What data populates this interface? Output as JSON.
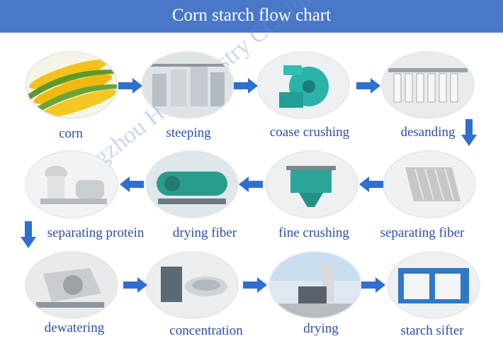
{
  "title": "Corn starch flow chart",
  "watermark": "Zhengzhou Hua Industry CO.,ltd",
  "steps": [
    {
      "label": "corn",
      "icon": "corn-cobs-image"
    },
    {
      "label": "steeping",
      "icon": "steeping-tanks-image"
    },
    {
      "label": "coase crushing",
      "icon": "crusher-image"
    },
    {
      "label": "desanding",
      "icon": "desander-image"
    },
    {
      "label": "separating fiber",
      "icon": "fiber-screen-image"
    },
    {
      "label": "fine crushing",
      "icon": "fine-mill-image"
    },
    {
      "label": "drying fiber",
      "icon": "rotary-dryer-image"
    },
    {
      "label": "separating protein",
      "icon": "separator-image"
    },
    {
      "label": "dewatering",
      "icon": "centrifuge-image"
    },
    {
      "label": "concentration",
      "icon": "concentrator-image"
    },
    {
      "label": "drying",
      "icon": "flash-dryer-image"
    },
    {
      "label": "starch sifter",
      "icon": "sifter-image"
    }
  ],
  "colors": {
    "header": "#4a78c9",
    "arrow": "#2f6fd0",
    "label": "#2a4fa8"
  }
}
